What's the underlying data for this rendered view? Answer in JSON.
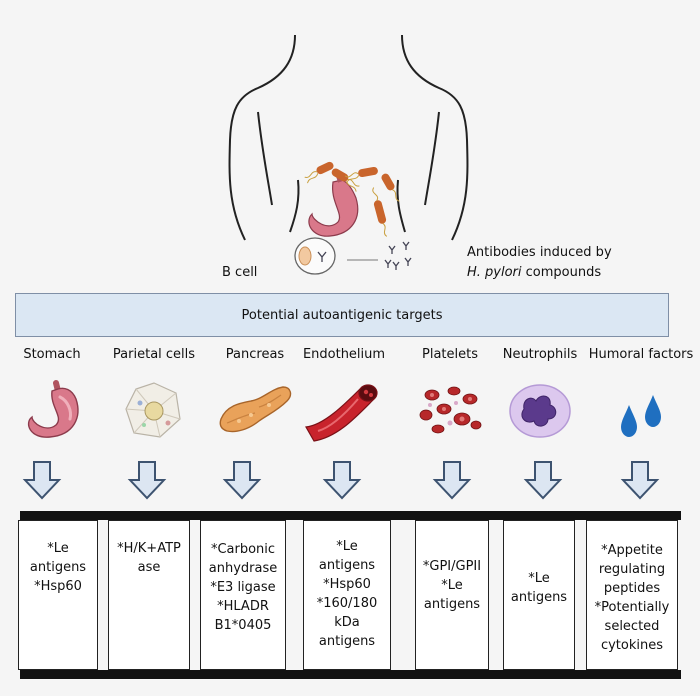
{
  "bcell_label": "B cell",
  "antibody_note": {
    "line1": "Antibodies induced by",
    "line2_italic": "H. pylori",
    "line2_rest": " compounds"
  },
  "banner_title": "Potential autoantigenic targets",
  "columns": [
    {
      "label": "Stomach",
      "icon": "stomach-icon",
      "lines": [
        "*Le",
        "antigens",
        "*Hsp60"
      ]
    },
    {
      "label": "Parietal cells",
      "icon": "parietal-cells-icon",
      "lines": [
        "*H/K+ATP",
        "ase"
      ]
    },
    {
      "label": "Pancreas",
      "icon": "pancreas-icon",
      "lines": [
        "*Carbonic",
        "anhydrase",
        "*E3 ligase",
        "*HLADR",
        "B1*0405"
      ]
    },
    {
      "label": "Endothelium",
      "icon": "blood-vessel-icon",
      "lines": [
        "*Le",
        "antigens",
        "*Hsp60",
        "*160/180 kDa",
        "antigens"
      ]
    },
    {
      "label": "Platelets",
      "icon": "platelets-icon",
      "lines": [
        "*GPI/GPII",
        "*Le",
        "antigens"
      ]
    },
    {
      "label": "Neutrophils",
      "icon": "neutrophil-icon",
      "lines": [
        "*Le",
        "antigens"
      ]
    },
    {
      "label": "Humoral factors",
      "icon": "droplets-icon",
      "lines": [
        "*Appetite",
        "regulating",
        "peptides",
        "*Potentially",
        "selected",
        "cytokines"
      ]
    }
  ],
  "colors": {
    "banner_fill": "#dbe7f3",
    "arrow_fill": "#dce6f2",
    "arrow_stroke": "#3d5370",
    "stomach": "#d9788a",
    "bacteria": "#c9652c",
    "droplet": "#1f6fc0"
  }
}
